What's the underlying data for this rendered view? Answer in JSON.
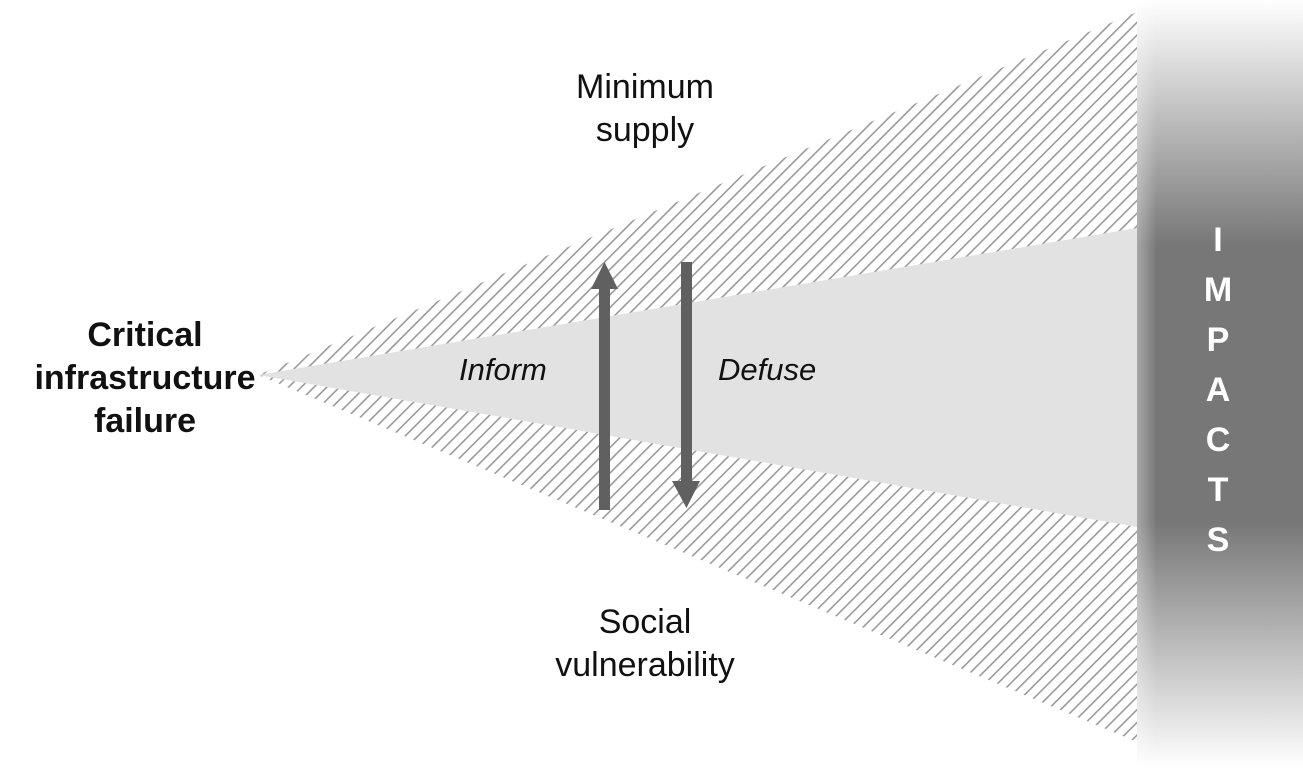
{
  "diagram": {
    "source_label": [
      "Critical",
      "infrastructure",
      "failure"
    ],
    "top_label": [
      "Minimum",
      "supply"
    ],
    "bottom_label": [
      "Social",
      "vulnerability"
    ],
    "inform_label": "Inform",
    "defuse_label": "Defuse",
    "impacts_letters": [
      "I",
      "M",
      "P",
      "A",
      "C",
      "T",
      "S"
    ]
  },
  "colors": {
    "hatch_stroke": "#9a9a9a",
    "inner_band": "#e2e2e2",
    "arrow": "#606060",
    "impacts_dark": "#747474",
    "impacts_light": "#ffffff",
    "text": "#111111"
  }
}
